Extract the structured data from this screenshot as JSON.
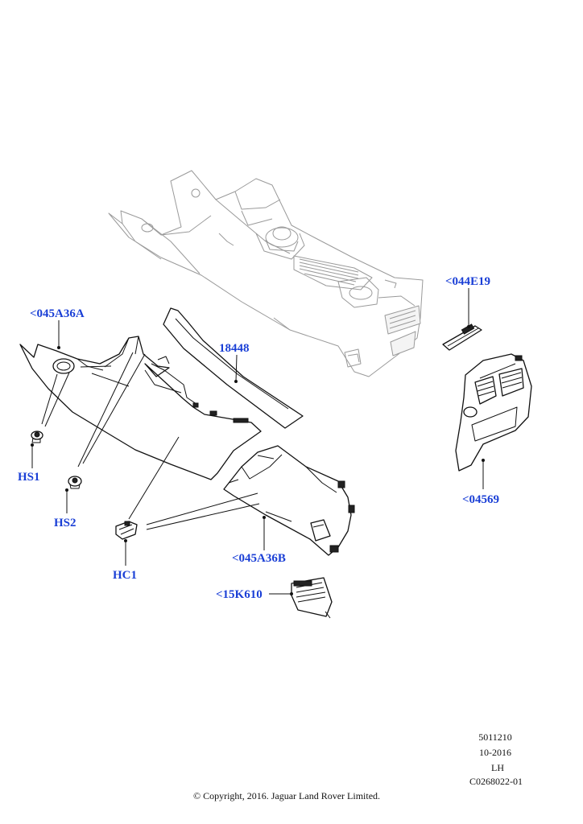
{
  "callouts": {
    "p045A36A": "<045A36A",
    "p18448": "18448",
    "p044E19": "<044E19",
    "p04569": "<04569",
    "hs1": "HS1",
    "hs2": "HS2",
    "hc1": "HC1",
    "p045A36B": "<045A36B",
    "p15K610": "<15K610"
  },
  "footer": {
    "ref_number": "5011210",
    "date": "10-2016",
    "side": "LH",
    "code": "C0268022-01",
    "copyright": "© Copyright, 2016. Jaguar Land Rover Limited."
  },
  "colors": {
    "callout": "#1a3fd6",
    "line": "#111111",
    "ghost": "#9a9a9a"
  }
}
